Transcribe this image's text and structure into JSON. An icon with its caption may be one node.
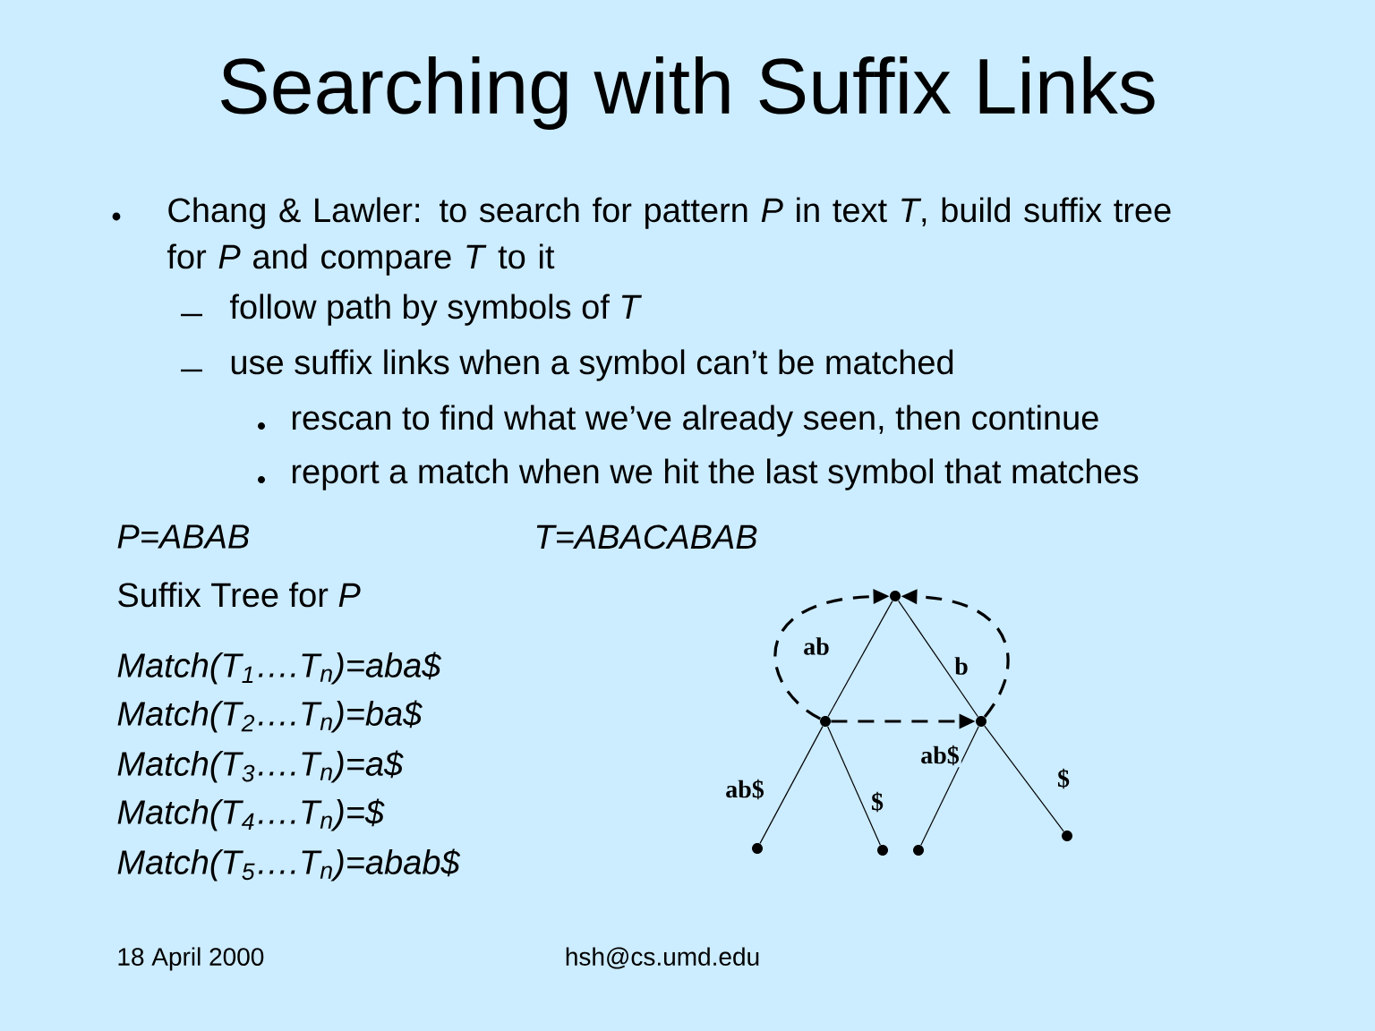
{
  "diagram": {
    "title": "Searching with Suffix Links",
    "nodes": [
      {
        "text": [],
        "shape": "circle"
      },
      {
        "text": [],
        "shape": "circle"
      },
      {
        "text": [],
        "shape": "circle"
      },
      {
        "text": [],
        "shape": "circle"
      },
      {
        "text": [],
        "shape": "circle"
      },
      {
        "text": [],
        "shape": "circle"
      },
      {
        "text": [],
        "shape": "circle"
      }
    ],
    "edges": [
      {
        "from": 0,
        "to": 1,
        "arrow": "none",
        "label": "ab"
      },
      {
        "from": 0,
        "to": 2,
        "arrow": "none",
        "label": "b"
      },
      {
        "from": 1,
        "to": 3,
        "arrow": "none",
        "label": "ab$"
      },
      {
        "from": 1,
        "to": 4,
        "arrow": "none",
        "label": "$"
      },
      {
        "from": 2,
        "to": 5,
        "arrow": "none",
        "label": "ab$"
      },
      {
        "from": 2,
        "to": 6,
        "arrow": "none",
        "label": "$"
      },
      {
        "from": 1,
        "to": 0,
        "arrow": "to",
        "style": "dashed"
      },
      {
        "from": 2,
        "to": 0,
        "arrow": "to",
        "style": "dashed"
      },
      {
        "from": 1,
        "to": 2,
        "arrow": "to",
        "style": "dashed"
      }
    ],
    "labels": [
      "Chang & Lawler: to search for pattern *P* in text *T*, build suffix tree for *P* and compare *T* to it",
      "follow path by symbols of *T*",
      "use suffix links when a symbol can’t be matched",
      "rescan to find what we’ve already seen, then continue",
      "report a match when we hit the last symbol that matches",
      "P=ABAB",
      "T=ABACABAB",
      "Suffix Tree for *P*",
      "Match(T$_{1}$….T$_{n}$)=aba$",
      "Match(T$_{2}$….T$_{n}$)=ba$",
      "Match(T$_{3}$….T$_{n}$)=a$",
      "Match(T$_{4}$….T$_{n}$)=$",
      "Match(T$_{5}$….T$_{n}$)=abab$",
      "18 April 2000",
      "hsh@cs.umd.edu"
    ]
  }
}
